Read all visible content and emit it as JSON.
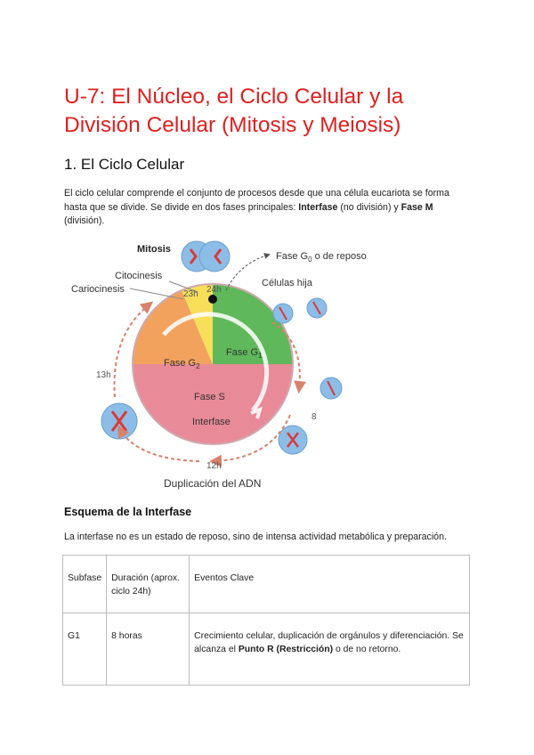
{
  "title": "U-7: El Núcleo, el Ciclo Celular y la División Celular (Mitosis y Meiosis)",
  "section1_heading": "1. El Ciclo Celular",
  "intro": {
    "part1": "El ciclo celular comprende el conjunto de procesos desde que una célula eucariota se forma hasta que se divide. Se divide en dos fases principales: ",
    "term1": "Interfase",
    "part2": " (no división) y ",
    "term2": "Fase M",
    "part3": " (división)."
  },
  "diagram": {
    "labels": {
      "mitosis": "Mitosis",
      "g0": "Fase G",
      "g0_sub": "0",
      "g0_rest": " o de reposo",
      "citocinesis": "Citocinesis",
      "cariocinesis": "Cariocinesis",
      "h23": "23h",
      "h24": "24h",
      "celulas_hija": "Células hija",
      "fase_g1": "Fase G",
      "g1_sub": "1",
      "fase_g2": "Fase G",
      "g2_sub": "2",
      "fase_s": "Fase S",
      "interfase": "Interfase",
      "h13": "13h",
      "h8": "8",
      "h12": "12h",
      "duplicacion": "Duplicación del ADN"
    },
    "colors": {
      "g1": "#5fb85a",
      "s": "#e98a98",
      "g2": "#f3a25e",
      "m": "#f7df5a",
      "cell_blue": "#8cbde6",
      "chromosome": "#d93a3a",
      "arrow": "#d7826a"
    }
  },
  "section2_heading": "Esquema de la Interfase",
  "section2_text": "La interfase no es un estado de reposo, sino de intensa actividad metabólica y preparación.",
  "table": {
    "headers": [
      "Subfase",
      "Duración (aprox. ciclo 24h)",
      "Eventos Clave"
    ],
    "rows": [
      {
        "subfase": "G1",
        "duracion": "8 horas",
        "eventos_pre": "Crecimiento celular, duplicación de orgánulos y diferenciación. Se alcanza el ",
        "eventos_bold": "Punto R (Restricción)",
        "eventos_post": " o de no retorno."
      }
    ]
  }
}
